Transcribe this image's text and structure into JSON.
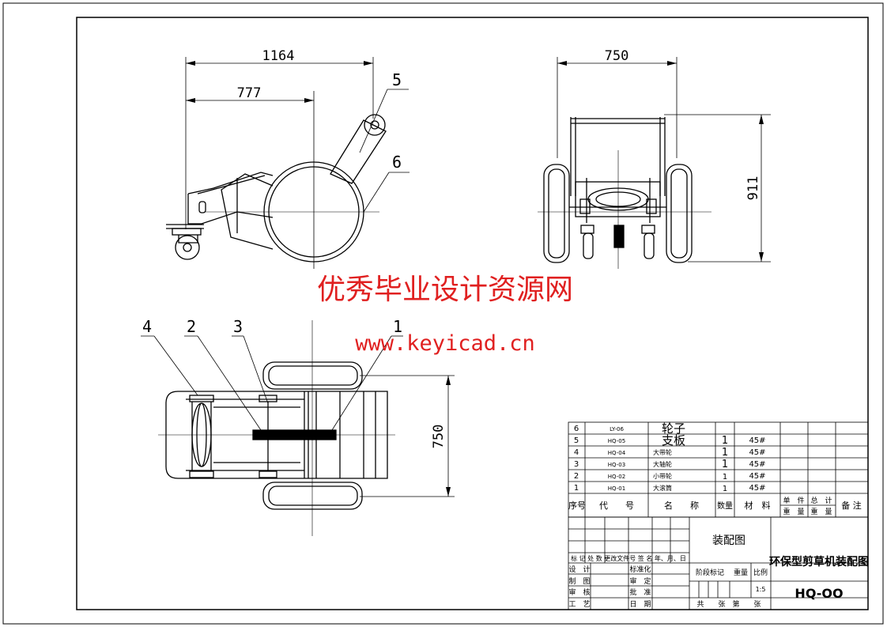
{
  "watermark": {
    "title": "优秀毕业设计资源网",
    "url": "www.keyicad.cn",
    "color": "#e02020"
  },
  "side_view": {
    "dim_overall": "1164",
    "dim_axle": "777",
    "callout_handle": "5",
    "callout_drum": "6"
  },
  "front_view": {
    "dim_width": "750",
    "dim_height": "911"
  },
  "top_view": {
    "callouts": [
      "4",
      "2",
      "3",
      "1"
    ],
    "dim_width": "750"
  },
  "parts_list": {
    "rows": [
      {
        "seq": "6",
        "code": "LY-06",
        "name": "轮子",
        "qty": "",
        "material": ""
      },
      {
        "seq": "5",
        "code": "HQ-05",
        "name": "支板",
        "qty": "1",
        "material": "45#"
      },
      {
        "seq": "4",
        "code": "HQ-04",
        "name": "大带轮",
        "qty": "1",
        "material": "45#"
      },
      {
        "seq": "3",
        "code": "HQ-03",
        "name": "大轴轮",
        "qty": "1",
        "material": "45#"
      },
      {
        "seq": "2",
        "code": "HQ-02",
        "name": "小带轮",
        "qty": "1",
        "material": "45#"
      },
      {
        "seq": "1",
        "code": "HQ-01",
        "name": "大滚筒",
        "qty": "1",
        "material": "45#"
      }
    ],
    "header": {
      "seq": "序号",
      "code": "代　　号",
      "name": "名　　称",
      "qty": "数量",
      "material": "材　料",
      "unit_weight": "单　件",
      "total_weight": "总　计",
      "weight": "重　量",
      "weight2": "重　量",
      "remark": "备 注"
    }
  },
  "title_block": {
    "drawing_name": "装配图",
    "project_name": "环保型剪草机装配图",
    "drawing_number": "HQ-OO",
    "revision_header": "标 记 处 数 更改文件号 签 名 年、月、日",
    "design": "设　计",
    "standardization": "标准化",
    "drafting": "制　图",
    "check": "审　定",
    "review": "审　核",
    "approval": "批　准",
    "process": "工　艺",
    "date": "日　期",
    "stage_mark": "阶段标记",
    "weight": "重量",
    "scale": "比例",
    "sheets": "共　　张　第　　张",
    "scale_value": "1:5"
  }
}
